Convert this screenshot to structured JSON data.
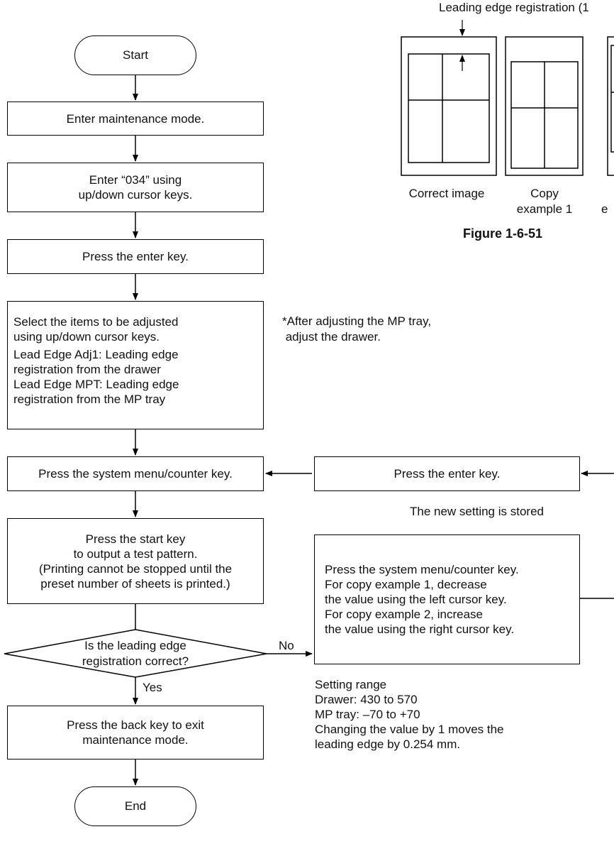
{
  "figure": {
    "top_label": "Leading edge registration (1",
    "captions": {
      "correct": "Correct image",
      "example1_line1": "Copy",
      "example1_line2": "example 1",
      "example2_partial": "e"
    },
    "figure_label": "Figure 1-6-51"
  },
  "flow": {
    "start": "Start",
    "enter_maintenance": "Enter maintenance mode.",
    "enter_code": [
      "Enter “034” using",
      "up/down cursor keys."
    ],
    "press_enter": "Press the enter key.",
    "select_items": [
      "Select the items to be adjusted",
      "using up/down cursor keys.",
      "Lead Edge Adj1: Leading edge",
      "registration from the drawer",
      "Lead Edge MPT: Leading edge",
      "registration from the MP tray"
    ],
    "note_after_mp": [
      "*After adjusting the MP tray,",
      " adjust the drawer."
    ],
    "press_system_menu": "Press the system menu/counter key.",
    "press_enter_right": "Press the enter key.",
    "new_setting_stored": "The new setting is stored",
    "press_start": [
      "Press the start key",
      "to output a test pattern.",
      "(Printing cannot be stopped until the",
      "preset number of sheets is printed.)"
    ],
    "decision": [
      "Is the leading edge",
      "registration correct?"
    ],
    "no_label": "No",
    "yes_label": "Yes",
    "adjust_box": [
      "Press the system menu/counter key.",
      "For copy example 1, decrease",
      "the value using the left cursor key.",
      "For copy example 2, increase",
      "the value using the right cursor key."
    ],
    "setting_range": [
      "Setting range",
      "Drawer: 430 to 570",
      "MP tray: –70 to +70",
      "Changing the value by 1 moves the",
      "leading edge by 0.254 mm."
    ],
    "press_back": [
      "Press the back key to exit",
      "maintenance mode."
    ],
    "end": "End"
  }
}
